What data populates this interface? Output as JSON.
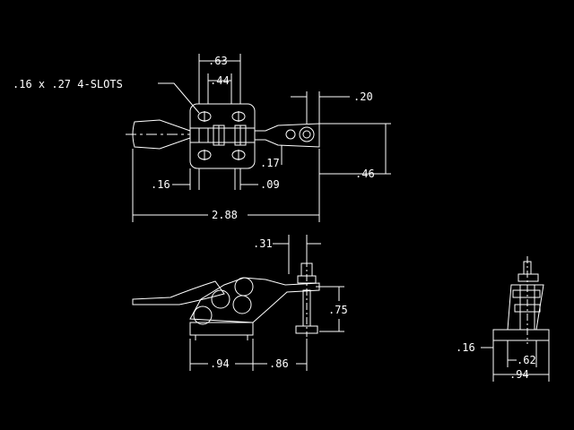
{
  "colors": {
    "background": "#000000",
    "linework": "#ffffff"
  },
  "top_view": {
    "slot_callout": ".16 x .27 4-SLOTS",
    "dim_063": ".63",
    "dim_044": ".44",
    "dim_020": ".20",
    "dim_017": ".17",
    "dim_046": ".46",
    "dim_016": ".16",
    "dim_009": ".09",
    "dim_288": "2.88"
  },
  "side_view": {
    "dim_031": ".31",
    "dim_075": ".75",
    "dim_094": ".94",
    "dim_086": ".86"
  },
  "end_view": {
    "dim_016": ".16",
    "dim_062": ".62",
    "dim_094": ".94"
  }
}
